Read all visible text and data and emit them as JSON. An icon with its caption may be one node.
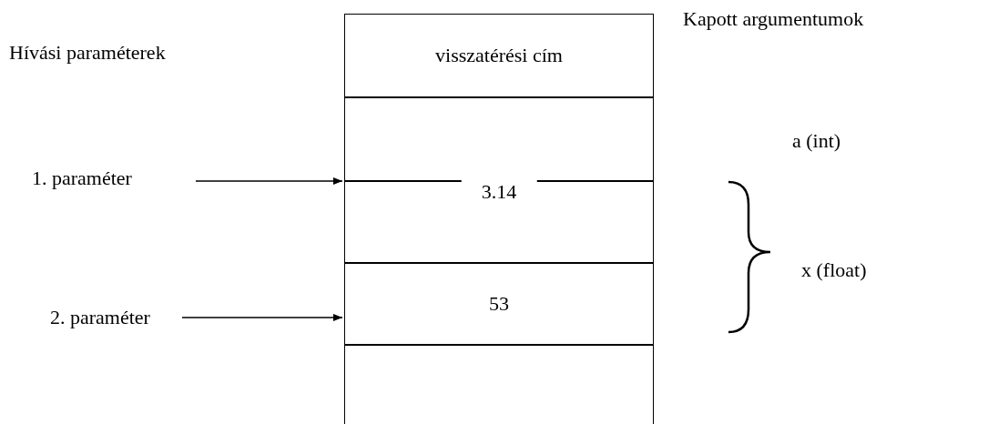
{
  "diagram": {
    "nodes": [
      {
        "text": [
          "visszatérési cím"
        ]
      },
      {
        "text": [],
        "shape": "box"
      },
      {
        "text": [
          "1. paraméter"
        ]
      },
      {
        "text": [
          "3.14"
        ]
      },
      {
        "text": [
          "2. paraméter"
        ]
      },
      {
        "text": [
          "53"
        ]
      },
      {
        "text": [],
        "shape": "box"
      }
    ],
    "edges": [
      {
        "from": 2,
        "to": 3,
        "arrow": "to"
      },
      {
        "from": 4,
        "to": 5,
        "arrow": "to"
      }
    ],
    "labels": [
      "Hívási paraméterek",
      "Kapott argumentumok",
      "a (int)",
      "x (float)"
    ]
  }
}
